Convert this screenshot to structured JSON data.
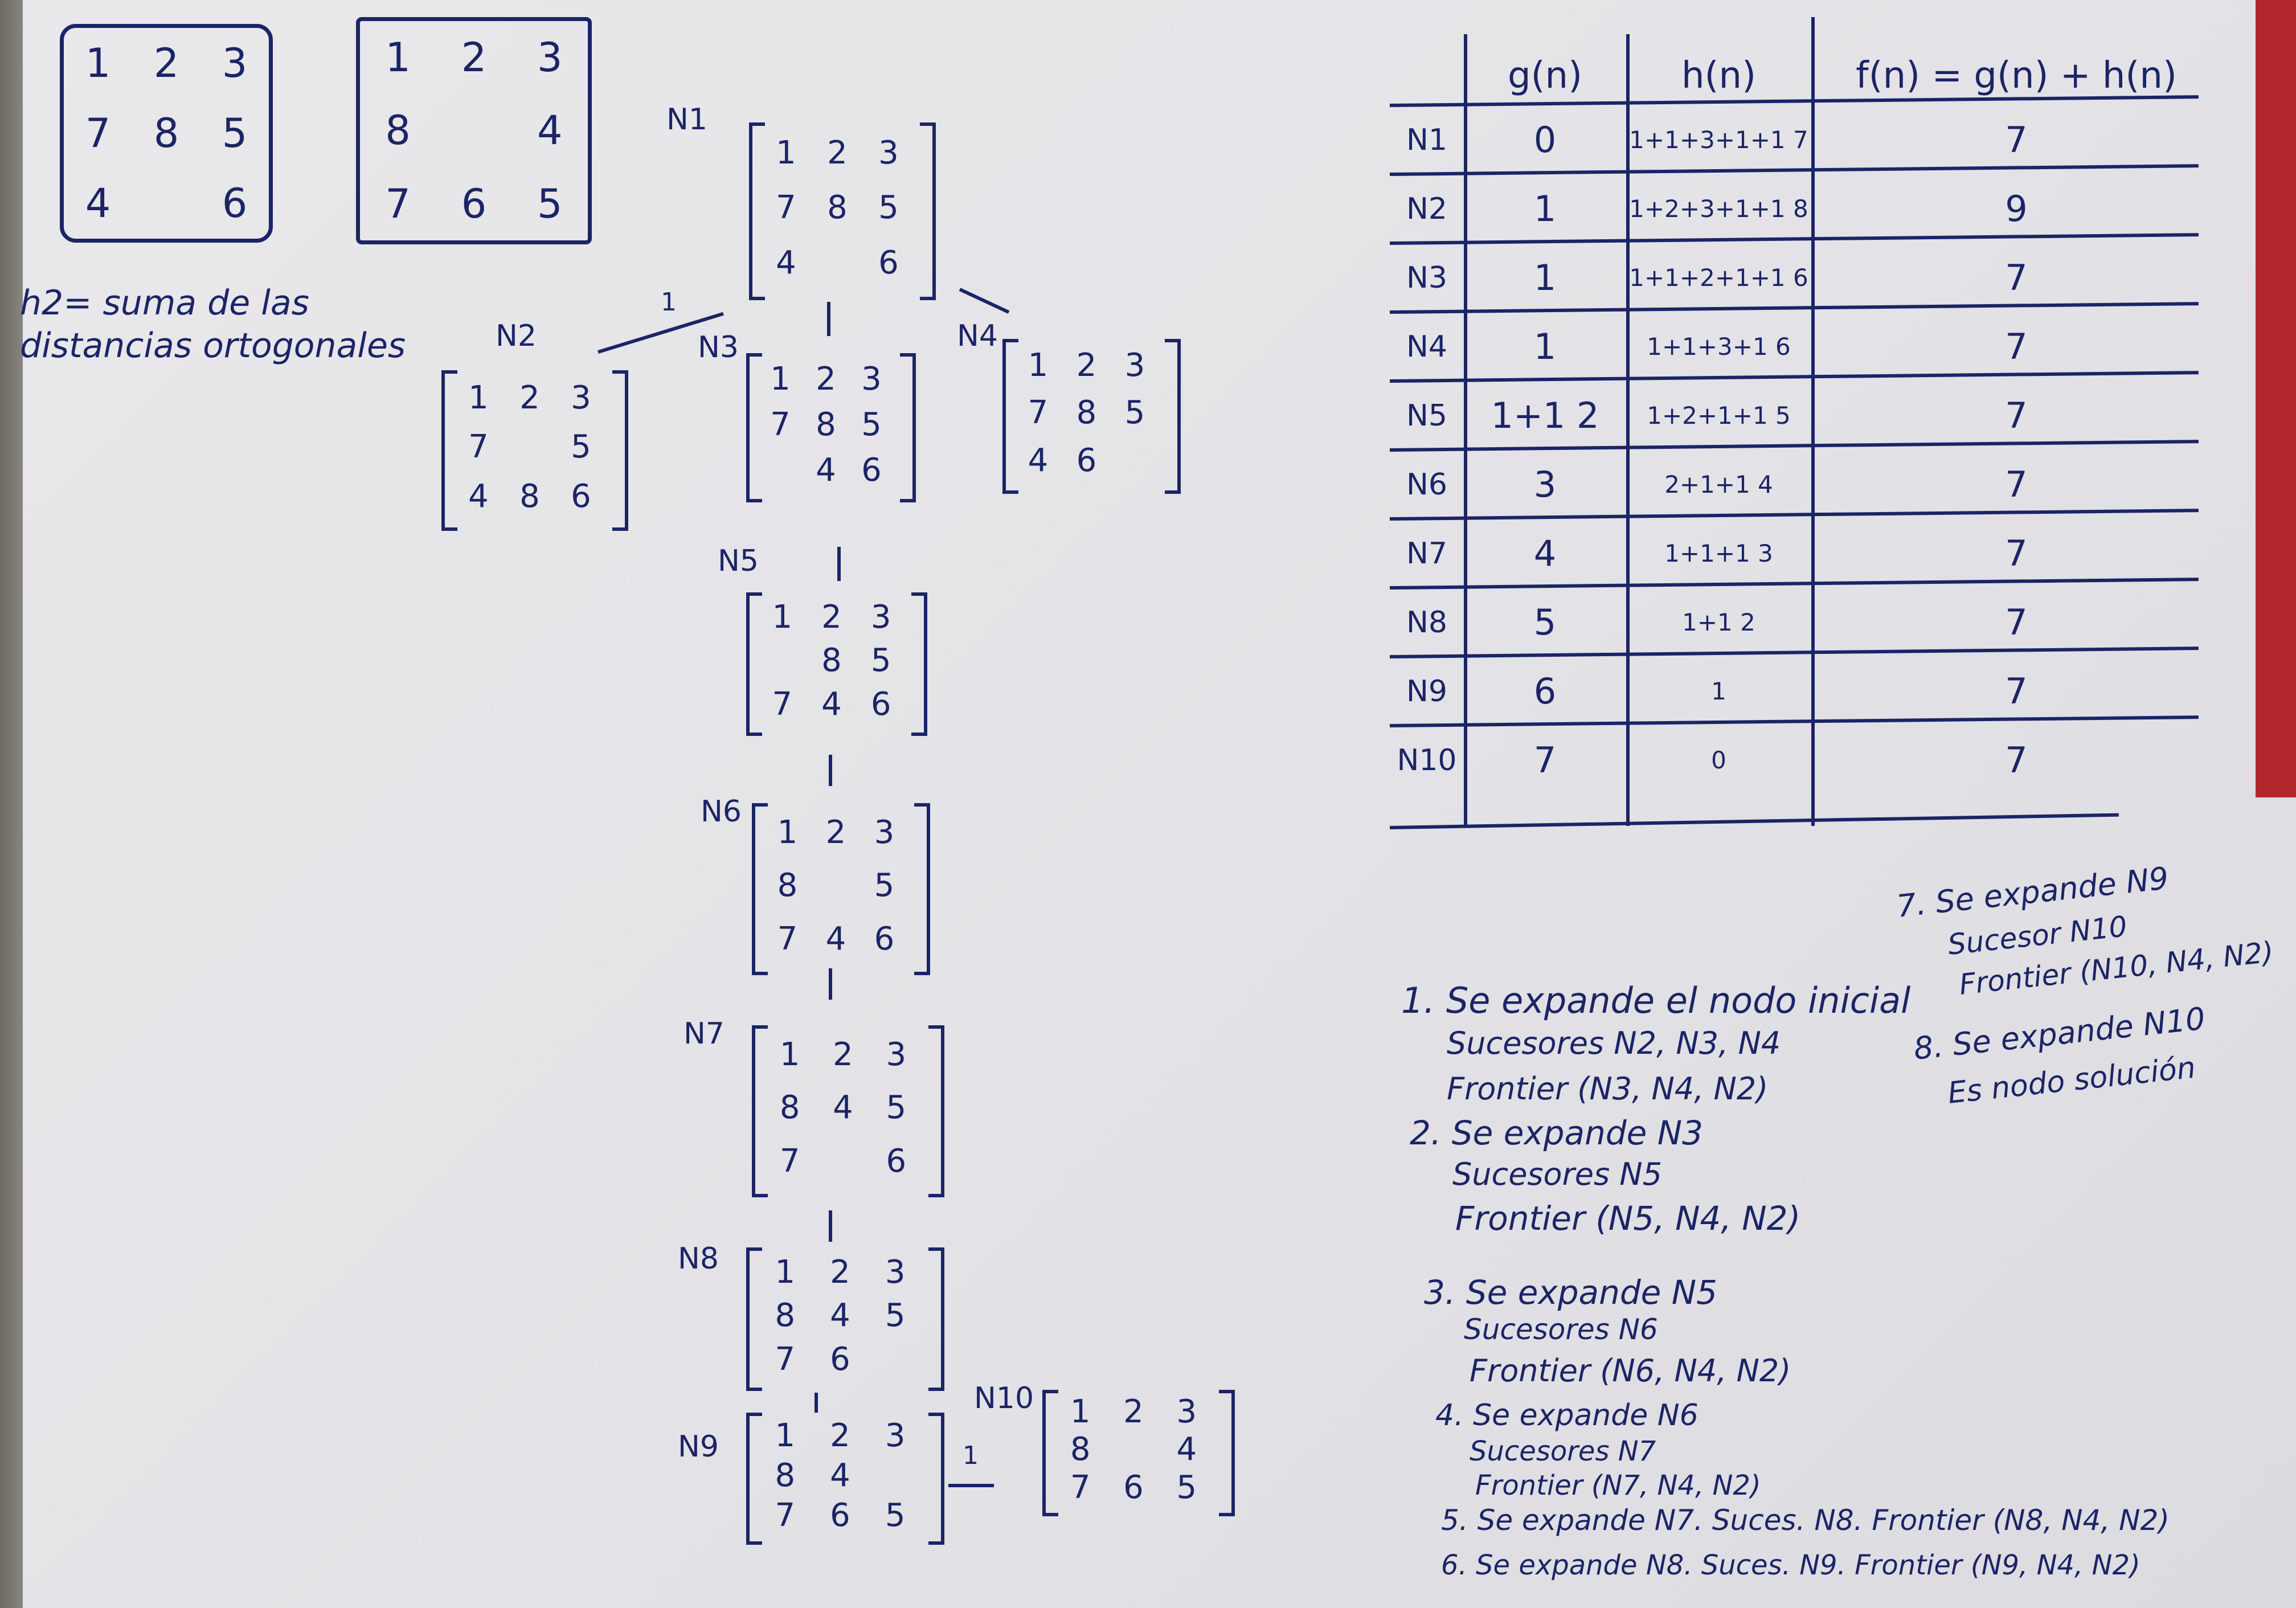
{
  "header_puzzles": {
    "start": [
      "1",
      "2",
      "3",
      "7",
      "8",
      "5",
      "4",
      "",
      "6"
    ],
    "goal": [
      "1",
      "2",
      "3",
      "8",
      "",
      "4",
      "7",
      "6",
      "5"
    ]
  },
  "heuristic_note": "h2= suma de las distancias ortogonales",
  "nodes": [
    {
      "id": "N1",
      "cells": [
        "1",
        "2",
        "3",
        "7",
        "8",
        "5",
        "4",
        "",
        "6"
      ]
    },
    {
      "id": "N2",
      "cells": [
        "1",
        "2",
        "3",
        "7",
        "",
        "5",
        "4",
        "8",
        "6"
      ]
    },
    {
      "id": "N3",
      "cells": [
        "1",
        "2",
        "3",
        "7",
        "8",
        "5",
        "",
        "4",
        "6"
      ]
    },
    {
      "id": "N4",
      "cells": [
        "1",
        "2",
        "3",
        "7",
        "8",
        "5",
        "4",
        "6",
        ""
      ]
    },
    {
      "id": "N5",
      "cells": [
        "1",
        "2",
        "3",
        "",
        "8",
        "5",
        "7",
        "4",
        "6"
      ]
    },
    {
      "id": "N6",
      "cells": [
        "1",
        "2",
        "3",
        "8",
        "",
        "5",
        "7",
        "4",
        "6"
      ]
    },
    {
      "id": "N7",
      "cells": [
        "1",
        "2",
        "3",
        "8",
        "4",
        "5",
        "7",
        "",
        "6"
      ]
    },
    {
      "id": "N8",
      "cells": [
        "1",
        "2",
        "3",
        "8",
        "4",
        "5",
        "7",
        "6",
        ""
      ]
    },
    {
      "id": "N9",
      "cells": [
        "1",
        "2",
        "3",
        "8",
        "4",
        "",
        "7",
        "6",
        "5"
      ]
    },
    {
      "id": "N10",
      "cells": [
        "1",
        "2",
        "3",
        "8",
        "",
        "4",
        "7",
        "6",
        "5"
      ]
    }
  ],
  "edge_label": "1",
  "table": {
    "headers": [
      "g(n)",
      "h(n)",
      "f(n) = g(n) + h(n)"
    ],
    "rows": [
      {
        "node": "N1",
        "g": "0",
        "h": "1+1+3+1+1 7",
        "f": "7"
      },
      {
        "node": "N2",
        "g": "1",
        "h": "1+2+3+1+1 8",
        "f": "9"
      },
      {
        "node": "N3",
        "g": "1",
        "h": "1+1+2+1+1 6",
        "f": "7"
      },
      {
        "node": "N4",
        "g": "1",
        "h": "1+1+3+1 6",
        "f": "7"
      },
      {
        "node": "N5",
        "g": "1+1 2",
        "h": "1+2+1+1 5",
        "f": "7"
      },
      {
        "node": "N6",
        "g": "3",
        "h": "2+1+1 4",
        "f": "7"
      },
      {
        "node": "N7",
        "g": "4",
        "h": "1+1+1 3",
        "f": "7"
      },
      {
        "node": "N8",
        "g": "5",
        "h": "1+1 2",
        "f": "7"
      },
      {
        "node": "N9",
        "g": "6",
        "h": "1",
        "f": "7"
      },
      {
        "node": "N10",
        "g": "7",
        "h": "0",
        "f": "7"
      }
    ]
  },
  "steps": [
    "1. Se expande el nodo inicial",
    "Sucesores N2, N3, N4",
    "Frontier (N3, N4, N2)",
    "2. Se expande N3",
    "Sucesores N5",
    "Frontier (N5, N4, N2)",
    "3. Se expande N5",
    "Sucesores N6",
    "Frontier (N6, N4, N2)",
    "4. Se expande N6",
    "Sucesores N7",
    "Frontier (N7, N4, N2)",
    "5. Se expande N7. Suces. N8. Frontier (N8, N4, N2)",
    "6. Se expande N8. Suces. N9. Frontier (N9, N4, N2)"
  ],
  "steps_right": [
    "7. Se expande N9",
    "Sucesor N10",
    "Frontier (N10, N4, N2)",
    "8. Se expande N10",
    "Es nodo solución"
  ],
  "colors": {
    "ink": "#1b2466",
    "paper": "#e6e5e8",
    "accent": "#b3272c"
  }
}
